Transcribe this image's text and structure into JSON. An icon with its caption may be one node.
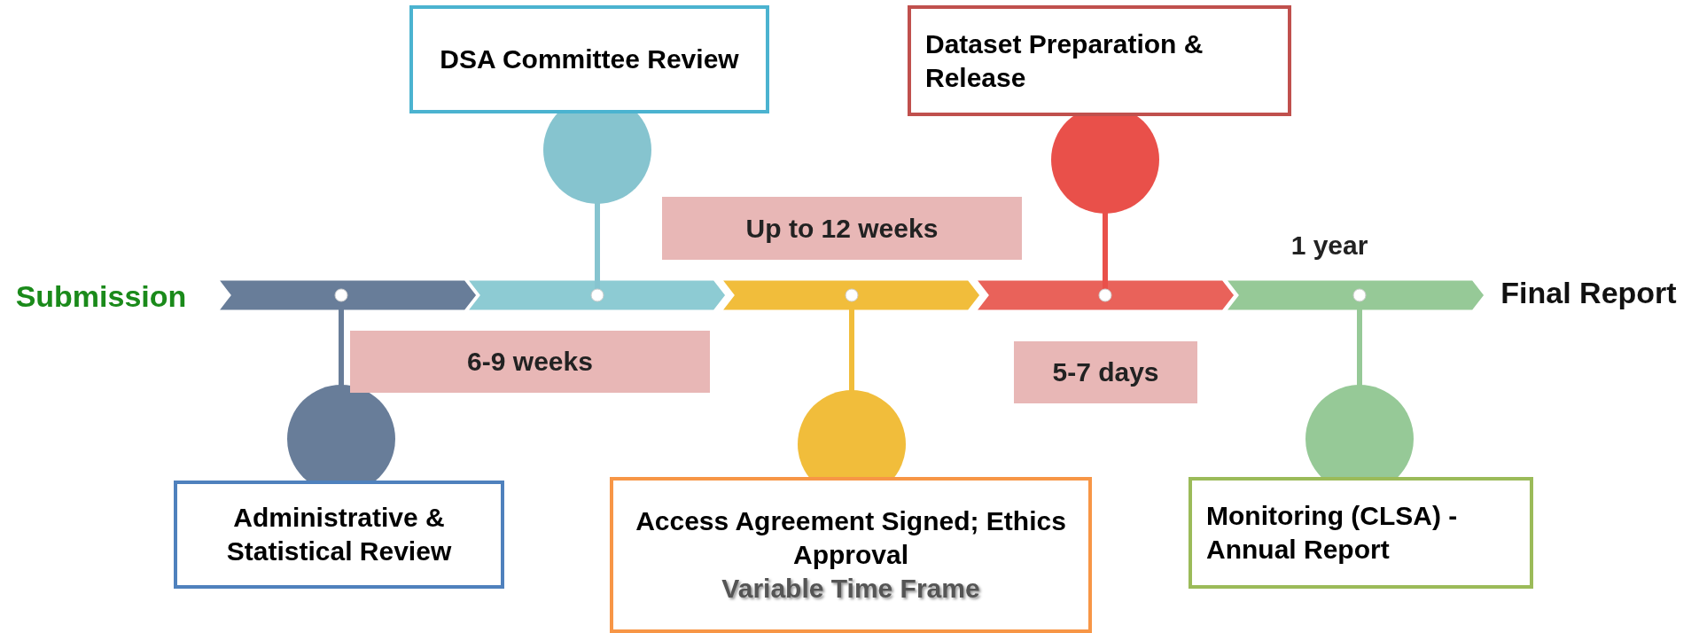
{
  "diagram": {
    "nodes": [
      {
        "text": [
          "DSA Committee Review"
        ]
      },
      {
        "text": [
          "Dataset Preparation & Release"
        ]
      },
      {
        "text": [
          "Administrative & Statistical Review"
        ]
      },
      {
        "text": [
          "Access Agreement Signed; Ethics Approval",
          "Variable Time Frame"
        ]
      },
      {
        "text": [
          "Monitoring (CLSA) - Annual Report"
        ]
      }
    ],
    "edges": [],
    "labels": [
      "Up to 12 weeks",
      "1 year",
      "Submission",
      "Final Report",
      "6-9 weeks",
      "5-7 days"
    ]
  }
}
